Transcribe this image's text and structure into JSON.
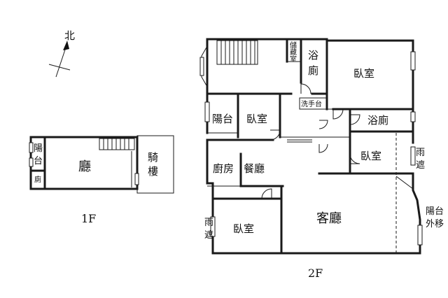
{
  "compass": {
    "north_label": "北"
  },
  "floor1": {
    "caption": "1F",
    "rooms": {
      "hall": "廳",
      "arcade": [
        "騎",
        "樓"
      ],
      "balcony": [
        "陽",
        "台"
      ],
      "toilet": "廁"
    }
  },
  "floor2": {
    "caption": "2F",
    "rooms": {
      "storage": [
        "儲",
        "藏",
        "室"
      ],
      "bath_top": [
        "浴",
        "廁"
      ],
      "bedroom_ne": "臥室",
      "wash_basin": "洗手台",
      "balcony": "陽台",
      "bedroom_mid": "臥室",
      "bath_right": "浴廁",
      "bedroom_right": "臥室",
      "rain_shelter_right": [
        "雨",
        "遮"
      ],
      "kitchen": "廚房",
      "dining": "餐廳",
      "living": "客廳",
      "balcony_out": [
        "陽台",
        "外移"
      ],
      "rain_shelter_left": [
        "雨",
        "遮"
      ],
      "bedroom_sw": "臥室"
    }
  }
}
